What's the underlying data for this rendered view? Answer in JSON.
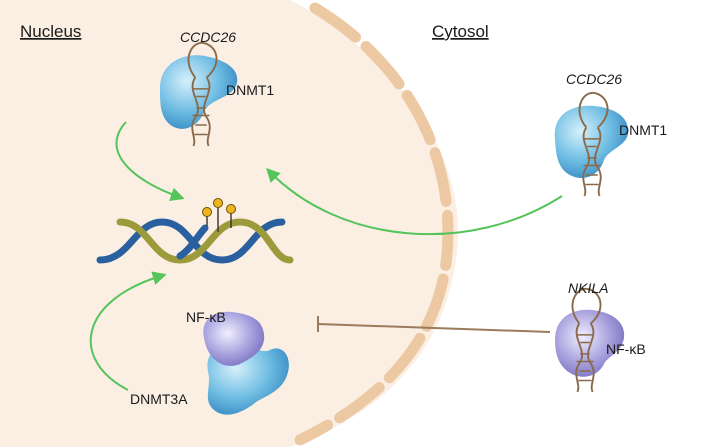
{
  "regions": {
    "nucleus_label": "Nucleus",
    "cytosol_label": "Cytosol"
  },
  "complexes": {
    "nuclear_lncrna": {
      "gene": "CCDC26",
      "protein": "DNMT1"
    },
    "cytosolic_lncrna": {
      "gene": "CCDC26",
      "protein": "DNMT1"
    },
    "cytosolic_nkila": {
      "gene": "NKILA",
      "protein": "NF-κB"
    },
    "nuclear_nfkb": {
      "top_protein": "NF-κB",
      "bottom_protein": "DNMT3A"
    }
  },
  "colors": {
    "nucleus_fill": "#fbefe4",
    "membrane": "#ecc9a2",
    "activation_arrow": "#55c45a",
    "inhibition_line": "#9b7b5b",
    "dna_blue": "#2a5fa0",
    "dna_olive": "#9c9a3a",
    "methyl_mark": "#f0b41e",
    "rna": "#8a6a4a",
    "dnmt_blue": "#3b97cf",
    "nfkb_purple": "#7d75c4"
  }
}
